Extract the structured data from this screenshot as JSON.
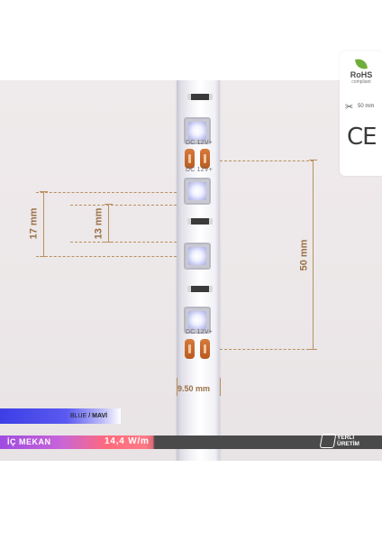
{
  "product": {
    "color_label_en": "BLUE",
    "color_sep": " / ",
    "color_label_tr": "MAVİ",
    "usage": "İÇ MEKAN",
    "power": "14,4 W/m",
    "origin_line1": "YERLİ",
    "origin_line2": "ÜRETİM"
  },
  "strip": {
    "voltage_text": "DC 12V+"
  },
  "dimensions": {
    "pitch_outer": "17 mm",
    "pitch_inner": "13 mm",
    "cut_interval": "50 mm",
    "strip_width": "9.50 mm"
  },
  "certifications": {
    "rohs_title": "RoHS",
    "rohs_sub": "compliant",
    "cut_length": "50 mm",
    "ce": "CE"
  },
  "colors": {
    "accent_blue": "#3d3fe6",
    "accent_purple": "#a04be0",
    "accent_pink": "#ff6a7c",
    "dimension": "#b8915f",
    "bar_dark": "#4a4a4a"
  },
  "icons": [
    "rohs-leaf-icon",
    "scissors-icon",
    "ce-mark-icon",
    "handshake-icon"
  ]
}
